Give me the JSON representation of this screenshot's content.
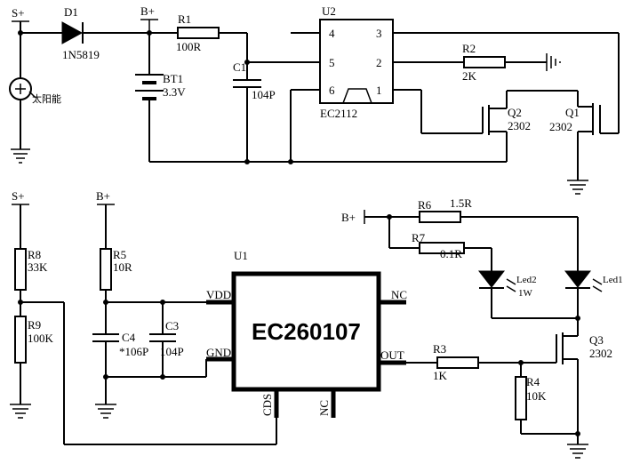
{
  "top": {
    "s_plus": "S+",
    "b_plus": "B+",
    "d1_ref": "D1",
    "d1_val": "1N5819",
    "r1_ref": "R1",
    "r1_val": "100R",
    "bt1_ref": "BT1",
    "bt1_val": "3.3V",
    "solar_label": "太阳能",
    "c1_ref": "C1",
    "c1_val": "104P",
    "u2_ref": "U2",
    "u2_part": "EC2112",
    "u2_pins": [
      "4",
      "3",
      "5",
      "2",
      "6",
      "1"
    ],
    "r2_ref": "R2",
    "r2_val": "2K",
    "q2_ref": "Q2",
    "q2_val": "2302",
    "q1_ref": "Q1",
    "q1_val": "2302"
  },
  "bottom": {
    "s_plus": "S+",
    "b_plus_left": "B+",
    "b_plus_right": "B+",
    "r8_ref": "R8",
    "r8_val": "33K",
    "r9_ref": "R9",
    "r9_val": "100K",
    "r5_ref": "R5",
    "r5_val": "10R",
    "c4_ref": "C4",
    "c4_val": "*106P",
    "c3_ref": "C3",
    "c3_val": "104P",
    "u1_ref": "U1",
    "u1_part": "EC260107",
    "u1_pins": {
      "vdd": "VDD",
      "gnd": "GND",
      "nc_right": "NC",
      "out": "OUT",
      "cds": "CDS",
      "nc_bottom": "NC"
    },
    "r6_ref": "R6",
    "r6_val": "1.5R",
    "r7_ref": "R7",
    "r7_val": "0.1R",
    "led2_ref": "Led2",
    "led2_val": "1W",
    "led1_ref": "Led1",
    "r3_ref": "R3",
    "r3_val": "1K",
    "r4_ref": "R4",
    "r4_val": "10K",
    "q3_ref": "Q3",
    "q3_val": "2302"
  }
}
